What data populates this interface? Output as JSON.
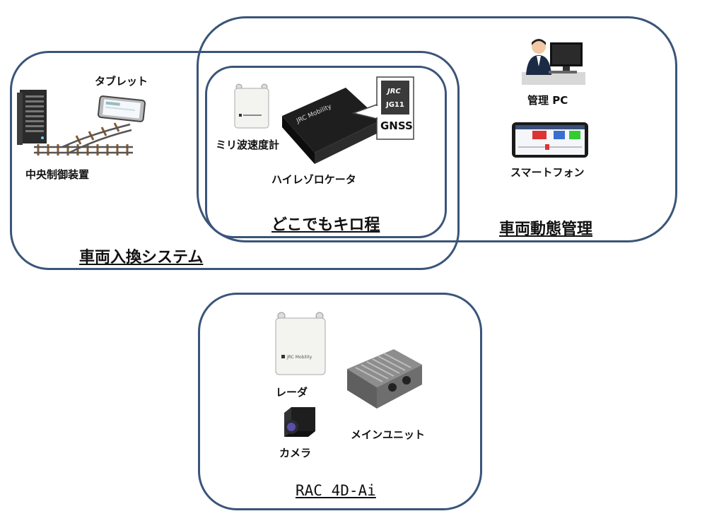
{
  "systems": {
    "yard": {
      "title": "車両入換システム"
    },
    "kilo": {
      "title": "どこでもキロ程"
    },
    "fleet": {
      "title": "車両動態管理"
    },
    "rac": {
      "title": "RAC 4D-Ai"
    }
  },
  "devices": {
    "central": {
      "label": "中央制御装置",
      "icon": "server-icon"
    },
    "tablet": {
      "label": "タブレット",
      "icon": "tablet-icon"
    },
    "radar_speed": {
      "label": "ミリ波速度計",
      "icon": "radar-sensor-icon"
    },
    "locator": {
      "label": "ハイレゾロケータ",
      "icon": "locator-device-icon",
      "brand": "JRC Mobility"
    },
    "gnss": {
      "label": "GNSS",
      "icon": "gnss-module-icon",
      "chip_top": "JRC",
      "chip_bottom": "JG11"
    },
    "pc": {
      "label": "管理 PC",
      "icon": "operator-pc-icon"
    },
    "phone": {
      "label": "スマートフォン",
      "icon": "smartphone-icon"
    },
    "radar": {
      "label": "レーダ",
      "icon": "radar-sensor-icon"
    },
    "camera": {
      "label": "カメラ",
      "icon": "camera-icon"
    },
    "main_unit": {
      "label": "メインユニット",
      "icon": "main-unit-icon"
    }
  },
  "colors": {
    "frame": "#3a5579"
  }
}
